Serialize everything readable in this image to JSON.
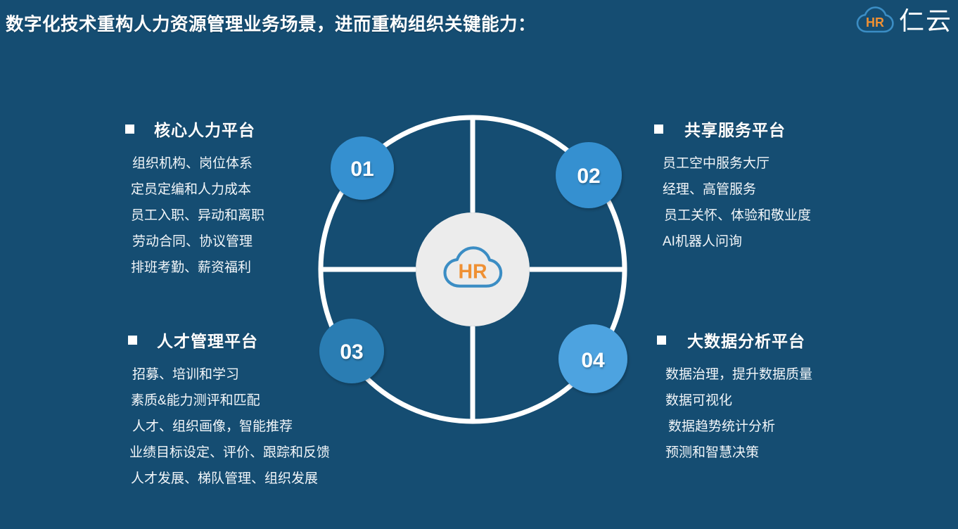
{
  "header": {
    "title": "数字化技术重构人力资源管理业务场景，进而重构组织关键能力：",
    "brand": {
      "mark_text": "HR",
      "name": "仁云"
    }
  },
  "theme": {
    "background": "#154d72",
    "ring_color": "#ffffff",
    "center_disc": "#ececec",
    "accent_orange": "#ef9033",
    "cloud_blue": "#3b8dc4",
    "circle_01": "#3590d0",
    "circle_02": "#3590d0",
    "circle_03": "#2a7db3",
    "circle_04": "#4da3e0"
  },
  "diagram": {
    "center": {
      "mark_text": "HR"
    },
    "nodes": [
      {
        "id": "01",
        "label": "01",
        "color": "#3590d0"
      },
      {
        "id": "02",
        "label": "02",
        "color": "#3590d0"
      },
      {
        "id": "03",
        "label": "03",
        "color": "#2a7db3"
      },
      {
        "id": "04",
        "label": "04",
        "color": "#4da3e0"
      }
    ]
  },
  "blocks": [
    {
      "id": "core-hr-platform",
      "number": "01",
      "title": "核心人力平台",
      "items": [
        "组织机构、岗位体系",
        "定员定编和人力成本",
        "员工入职、异动和离职",
        "劳动合同、协议管理",
        "排班考勤、薪资福利"
      ]
    },
    {
      "id": "shared-service-platform",
      "number": "02",
      "title": "共享服务平台",
      "items": [
        "员工空中服务大厅",
        "经理、高管服务",
        "员工关怀、体验和敬业度",
        "AI机器人问询"
      ]
    },
    {
      "id": "talent-management-platform",
      "number": "03",
      "title": "人才管理平台",
      "items": [
        "招募、培训和学习",
        "素质&能力测评和匹配",
        "人才、组织画像，智能推荐",
        "业绩目标设定、评价、跟踪和反馈",
        "人才发展、梯队管理、组织发展"
      ]
    },
    {
      "id": "big-data-analytics-platform",
      "number": "04",
      "title": "大数据分析平台",
      "items": [
        "数据治理，提升数据质量",
        "数据可视化",
        "数据趋势统计分析",
        "预测和智慧决策"
      ]
    }
  ]
}
